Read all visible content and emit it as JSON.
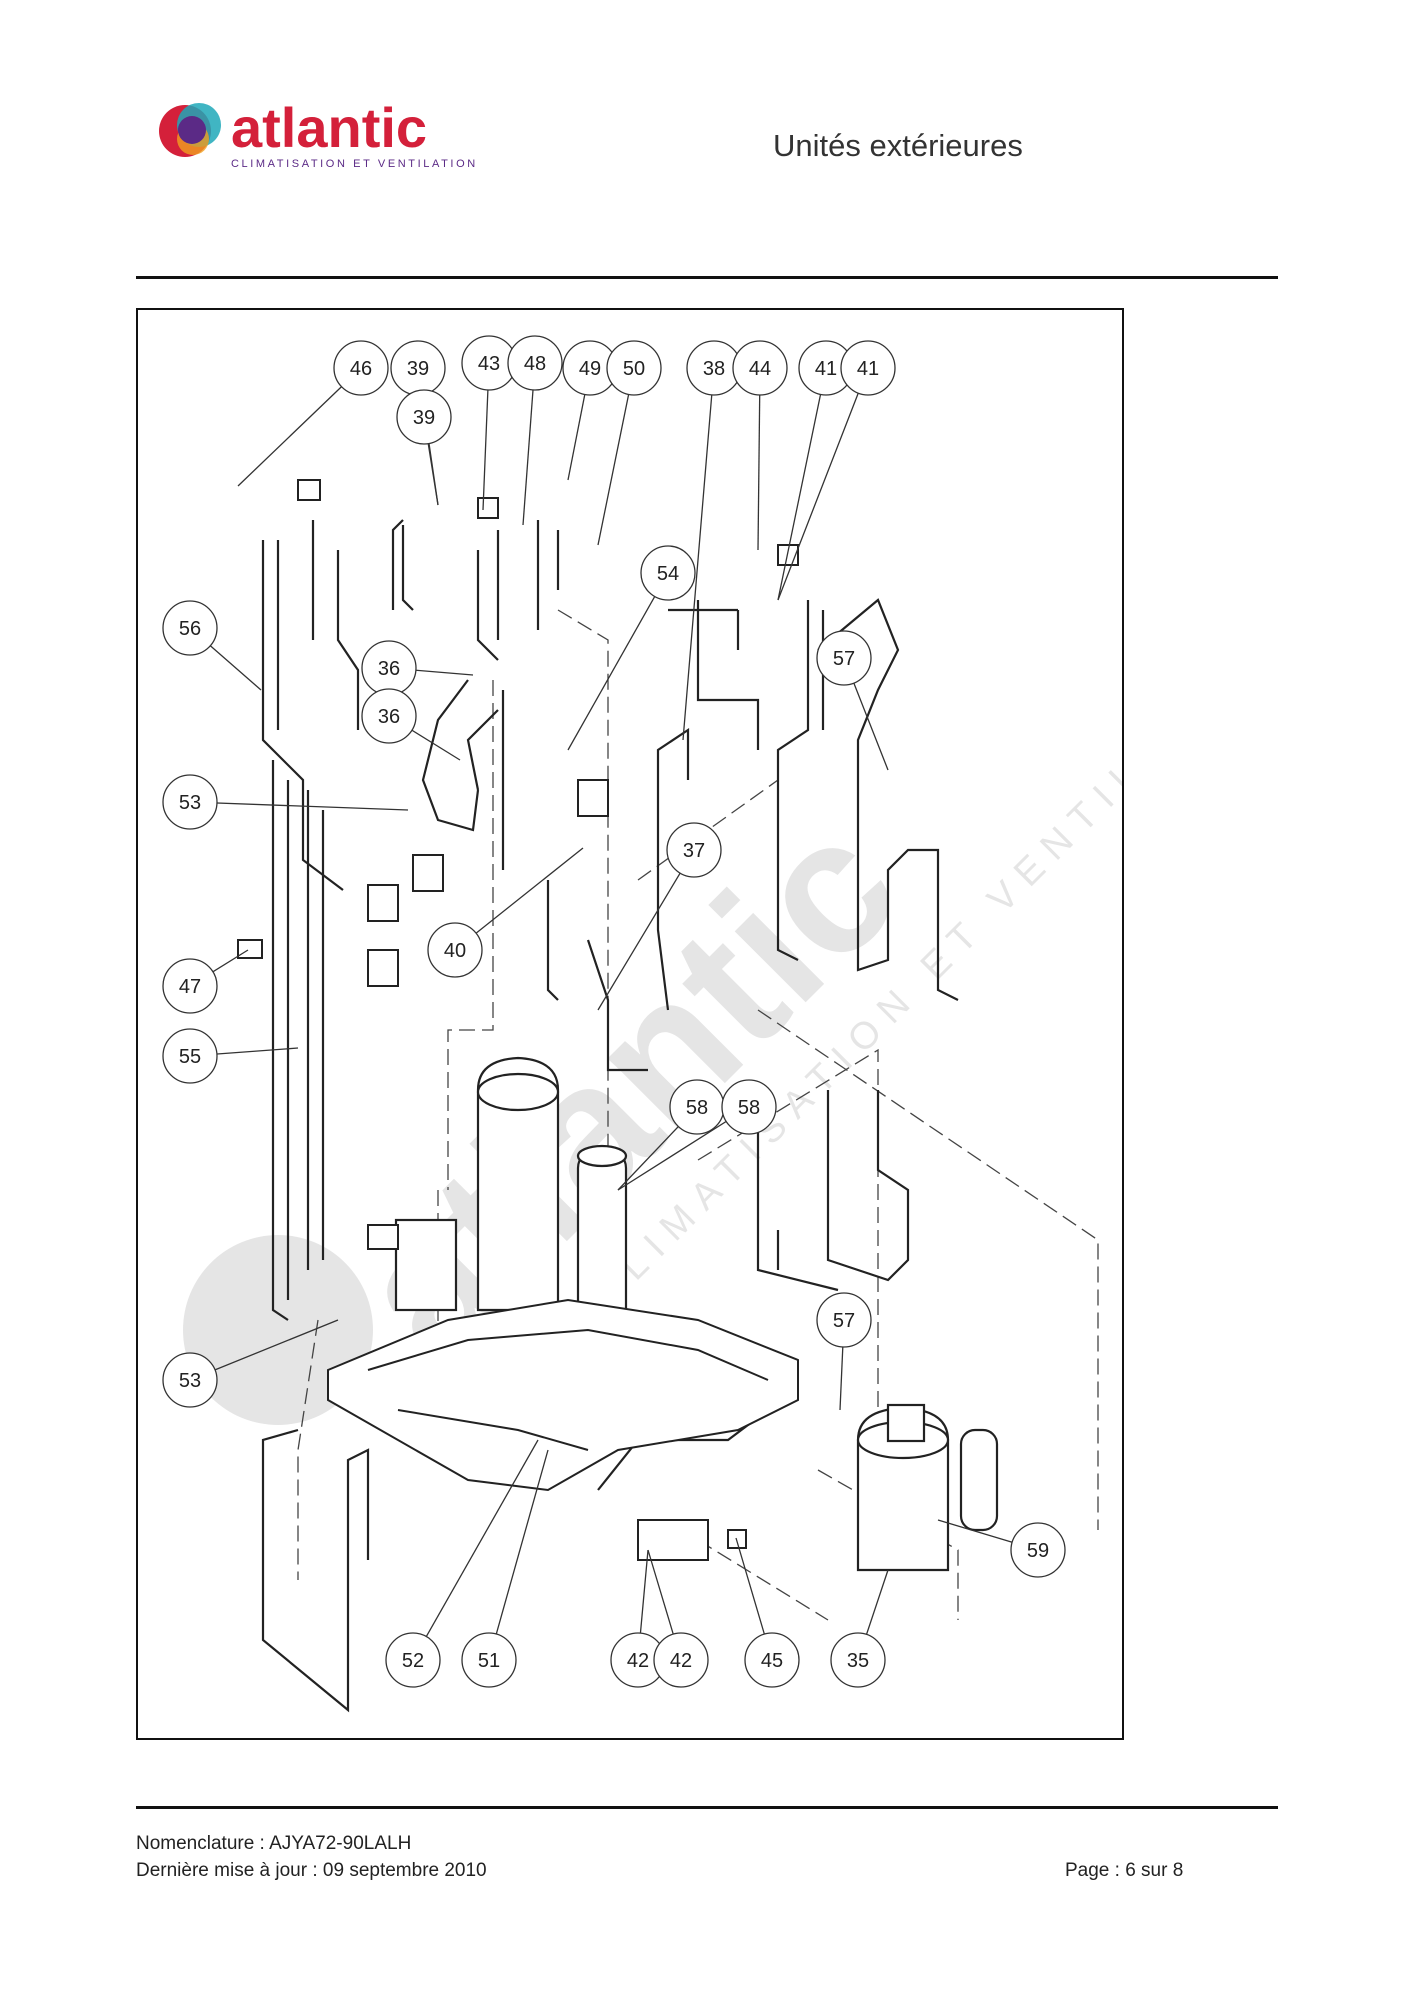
{
  "header": {
    "brand_name": "atlantic",
    "brand_tagline": "CLIMATISATION ET VENTILATION",
    "page_title": "Unités extérieures"
  },
  "figure": {
    "watermark_text": "atlantic",
    "watermark_tagline": "CLIMATISATION ET VENTILATION",
    "callouts": [
      "46",
      "39",
      "39",
      "43",
      "48",
      "49",
      "50",
      "38",
      "44",
      "41",
      "41",
      "54",
      "56",
      "36",
      "36",
      "57",
      "53",
      "37",
      "40",
      "47",
      "55",
      "58",
      "58",
      "57",
      "53",
      "59",
      "52",
      "51",
      "42",
      "42",
      "45",
      "35"
    ]
  },
  "footer": {
    "nomenclature": "Nomenclature : AJYA72-90LALH",
    "updated": "Dernière mise à jour : 09 septembre 2010",
    "page": "Page : 6 sur 8"
  },
  "colors": {
    "brand_red": "#d4203a",
    "brand_purple": "#5b2a86",
    "brand_teal": "#1fa8b8",
    "brand_orange": "#f0a020"
  }
}
